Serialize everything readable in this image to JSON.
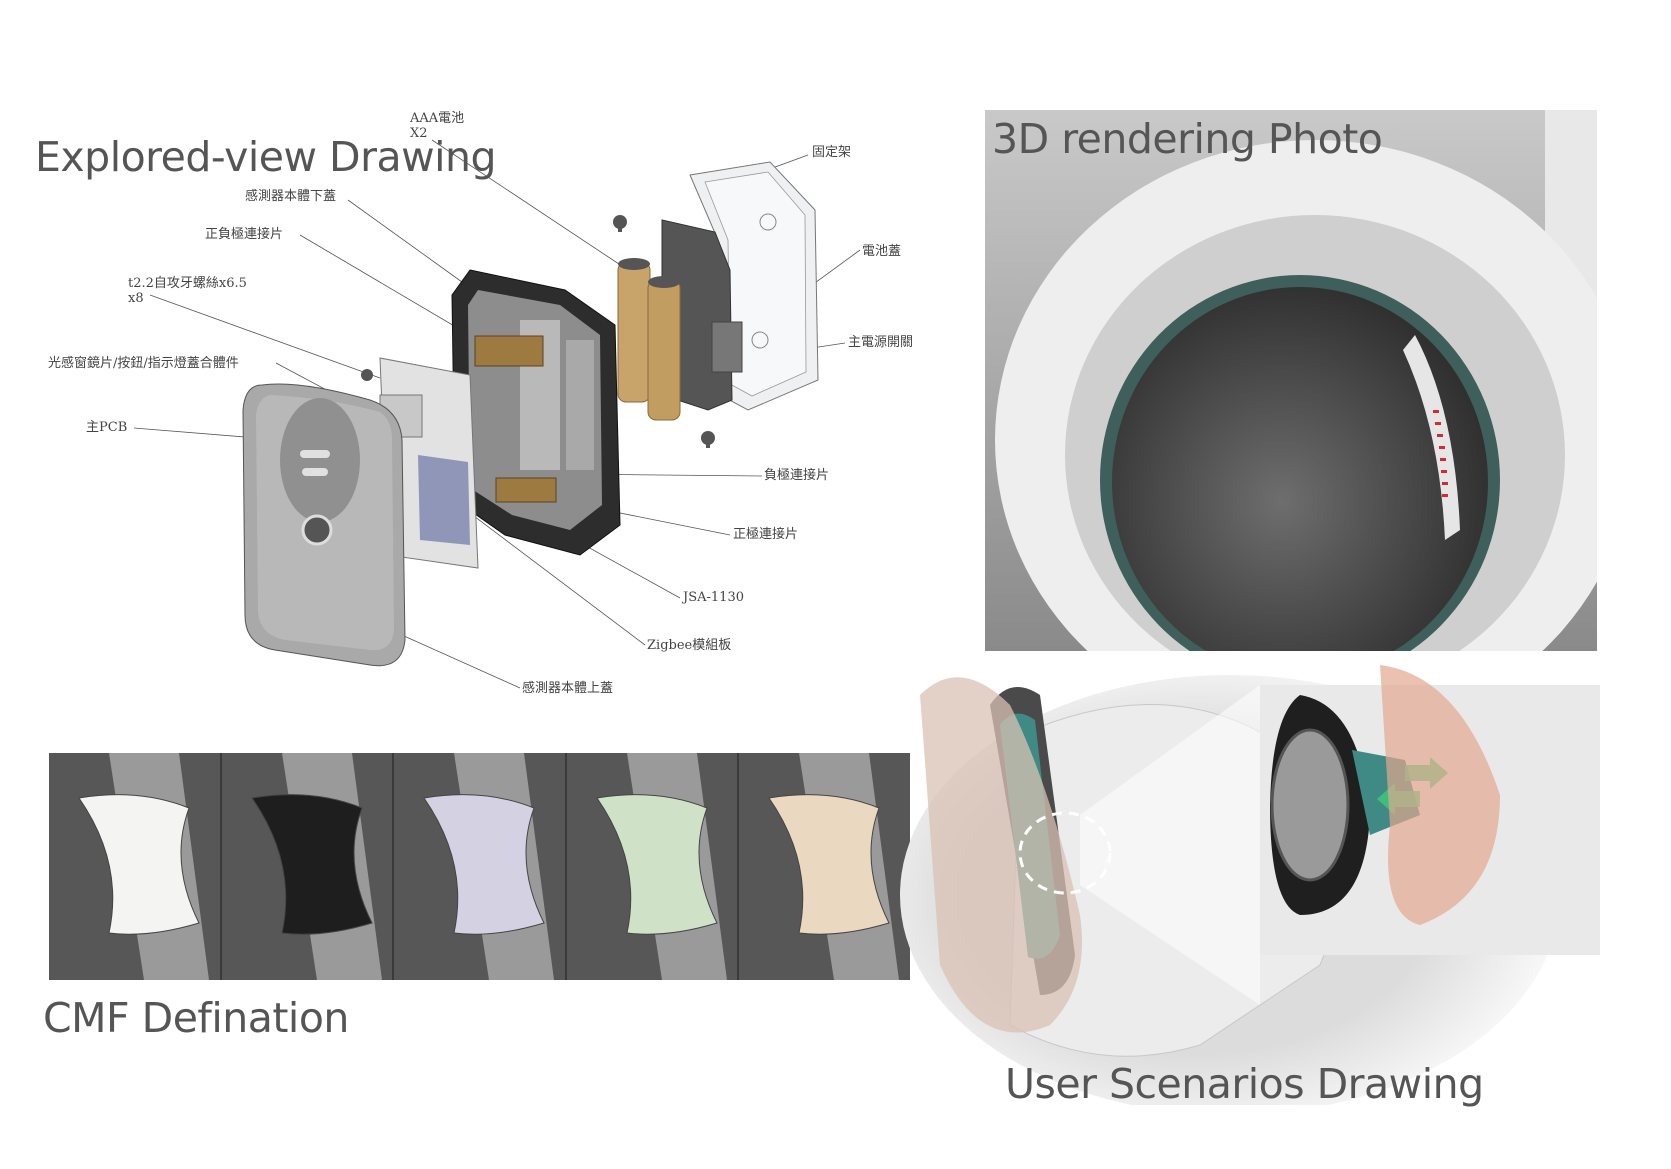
{
  "headings": {
    "explored": "Explored-view Drawing",
    "rendering": "3D rendering Photo",
    "cmf": "CMF Defination",
    "scenarios": "User Scenarios Drawing"
  },
  "callouts": {
    "aaa_battery_line1": "AAA電池",
    "aaa_battery_line2": "X2",
    "bottom_cover": "感測器本體下蓋",
    "pos_neg_contact": "正負極連接片",
    "screw_line1": "t2.2自攻牙螺絲x6.5",
    "screw_line2": "x8",
    "lens_assembly": "光感窗鏡片/按鈕/指示燈蓋合體件",
    "main_pcb": "主PCB",
    "bracket": "固定架",
    "battery_cover": "電池蓋",
    "power_switch": "主電源開關",
    "neg_contact": "負極連接片",
    "pos_contact": "正極連接片",
    "jsa": "JSA-1130",
    "zigbee": "Zigbee模組板",
    "top_cover": "感測器本體上蓋"
  },
  "cmf_swatches": [
    {
      "name": "white",
      "color": "#f4f4f2"
    },
    {
      "name": "black",
      "color": "#1e1e1e"
    },
    {
      "name": "lavender",
      "color": "#d4d2e2"
    },
    {
      "name": "mint",
      "color": "#cfe2c8"
    },
    {
      "name": "cream",
      "color": "#ead8c0"
    }
  ],
  "colors": {
    "heading": "#555555",
    "device_teal": "#3f8a84",
    "arrow_green": "#3ec77a",
    "led_red": "#d82a2a"
  }
}
